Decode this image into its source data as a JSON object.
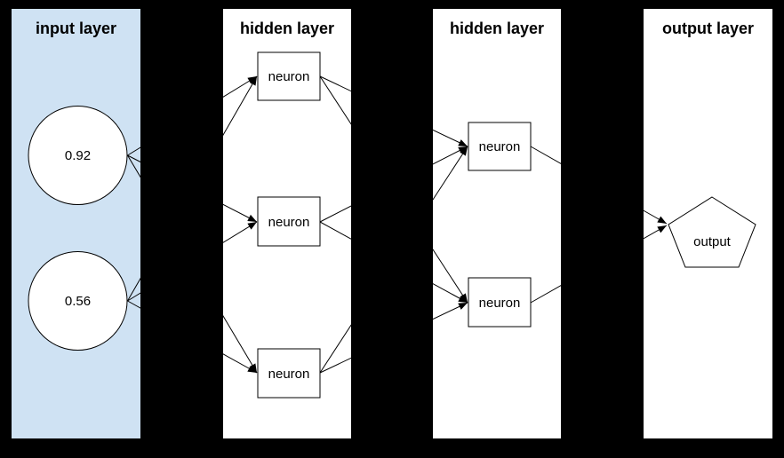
{
  "colors": {
    "background": "#000000",
    "input_panel_fill": "#cfe2f3",
    "panel_fill": "#ffffff",
    "stroke": "#000000",
    "arrow": "#000000"
  },
  "layers": {
    "input": {
      "title": "input layer",
      "nodes": [
        {
          "shape": "circle",
          "value": "0.92"
        },
        {
          "shape": "circle",
          "value": "0.56"
        }
      ]
    },
    "hidden1": {
      "title": "hidden layer",
      "nodes": [
        {
          "shape": "rectangle",
          "label": "neuron"
        },
        {
          "shape": "rectangle",
          "label": "neuron"
        },
        {
          "shape": "rectangle",
          "label": "neuron"
        }
      ]
    },
    "hidden2": {
      "title": "hidden layer",
      "nodes": [
        {
          "shape": "rectangle",
          "label": "neuron"
        },
        {
          "shape": "rectangle",
          "label": "neuron"
        }
      ]
    },
    "output": {
      "title": "output layer",
      "nodes": [
        {
          "shape": "pentagon",
          "label": "output"
        }
      ]
    }
  },
  "connections": [
    {
      "from": "input-1",
      "to": "hidden1-1"
    },
    {
      "from": "input-1",
      "to": "hidden1-2"
    },
    {
      "from": "input-1",
      "to": "hidden1-3"
    },
    {
      "from": "input-2",
      "to": "hidden1-1"
    },
    {
      "from": "input-2",
      "to": "hidden1-2"
    },
    {
      "from": "input-2",
      "to": "hidden1-3"
    },
    {
      "from": "hidden1-1",
      "to": "hidden2-1"
    },
    {
      "from": "hidden1-1",
      "to": "hidden2-2"
    },
    {
      "from": "hidden1-2",
      "to": "hidden2-1"
    },
    {
      "from": "hidden1-2",
      "to": "hidden2-2"
    },
    {
      "from": "hidden1-3",
      "to": "hidden2-1"
    },
    {
      "from": "hidden1-3",
      "to": "hidden2-2"
    },
    {
      "from": "hidden2-1",
      "to": "output-1"
    },
    {
      "from": "hidden2-2",
      "to": "output-1"
    }
  ]
}
